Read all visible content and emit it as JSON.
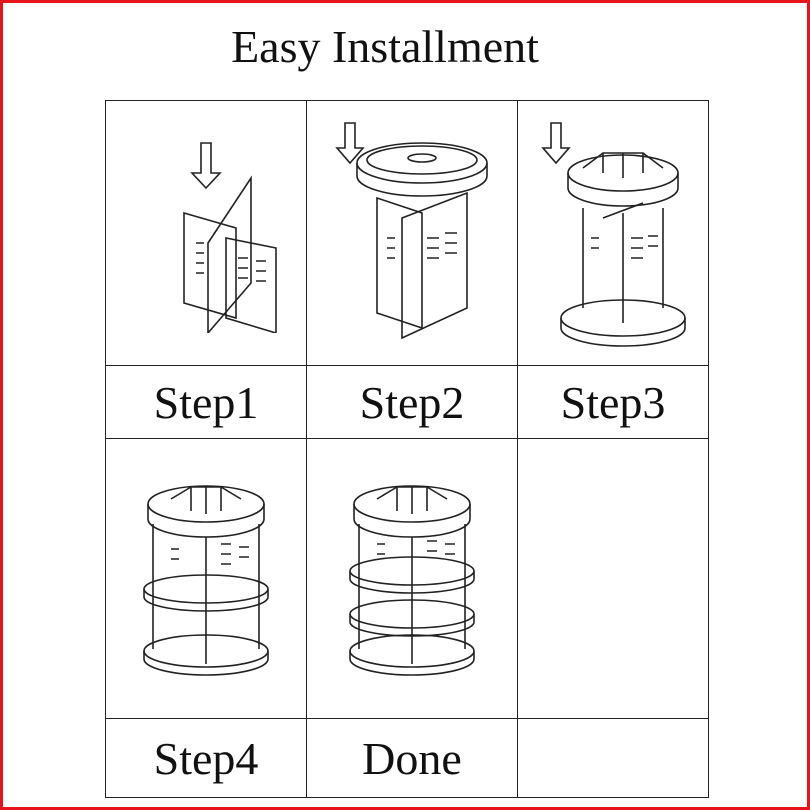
{
  "title": "Easy Installment",
  "steps": [
    {
      "label": "Step1",
      "icon": "dividers-assembly-icon"
    },
    {
      "label": "Step2",
      "icon": "top-lid-attach-icon"
    },
    {
      "label": "Step3",
      "icon": "tray-attach-icon"
    },
    {
      "label": "Step4",
      "icon": "shelf-insert-icon"
    },
    {
      "label": "Done",
      "icon": "finished-organizer-icon"
    },
    {
      "label": "",
      "icon": ""
    }
  ]
}
